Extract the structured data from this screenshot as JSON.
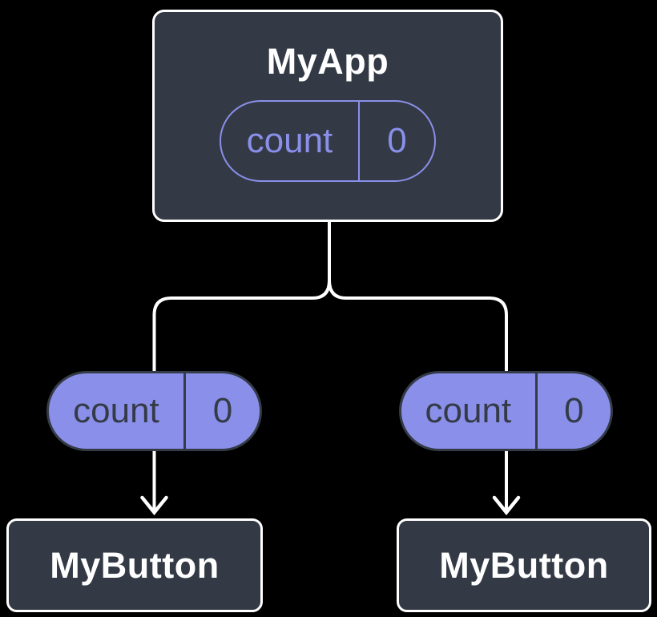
{
  "background": "#000000",
  "colors": {
    "node_fill": "#333a46",
    "node_border": "#ffffff",
    "accent_purple": "#8a8fe9",
    "pill_text_dark": "#343b47",
    "connector_line": "#ffffff"
  },
  "tree": {
    "root": {
      "title": "MyApp",
      "state_pill": {
        "label": "count",
        "value": "0"
      }
    },
    "left_branch": {
      "prop_pill": {
        "label": "count",
        "value": "0"
      },
      "child": {
        "title": "MyButton"
      }
    },
    "right_branch": {
      "prop_pill": {
        "label": "count",
        "value": "0"
      },
      "child": {
        "title": "MyButton"
      }
    }
  }
}
